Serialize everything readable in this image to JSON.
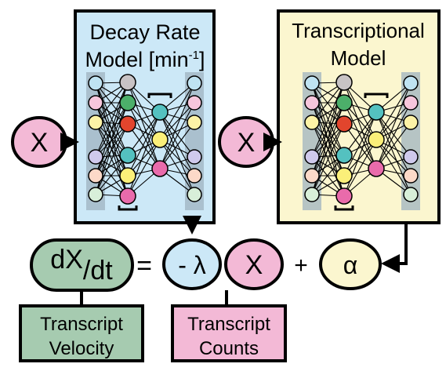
{
  "decay_model": {
    "title_line1": "Decay Rate",
    "title_line2_prefix": "Model [min",
    "title_line2_sup": "-1",
    "title_line2_suffix": "]",
    "fill": "#cce8f7"
  },
  "transcriptional_model": {
    "title_line1": "Transcriptional",
    "title_line2": "Model",
    "fill": "#fbf6cf"
  },
  "inputs": {
    "left_x": "X",
    "middle_x": "X",
    "fill": "#f3b9d6"
  },
  "equation": {
    "lhs_main": "dX",
    "lhs_sub": "/dt",
    "equals": "=",
    "decay_term": "- λ",
    "counts_term": "X",
    "plus": "+",
    "alpha_term": "α",
    "lhs_fill": "#a6cbb0",
    "decay_fill": "#cce8f7",
    "counts_fill": "#f3b9d6",
    "alpha_fill": "#fbf6cf"
  },
  "labels": {
    "velocity_line1": "Transcript",
    "velocity_line2": "Velocity",
    "velocity_fill": "#a6cbb0",
    "counts_line1": "Transcript",
    "counts_line2": "Counts",
    "counts_fill": "#f3b9d6"
  },
  "node_colors": {
    "blue": "#bfe3f2",
    "pink": "#f7c6dc",
    "yellow": "#fdf3a6",
    "purple": "#cfc9ec",
    "peach": "#fcd9c8",
    "mint": "#d8efd9",
    "gray": "#c8c3c5",
    "green": "#4caf6a",
    "red": "#e2452d",
    "teal": "#54c1c0",
    "yellow_bright": "#fbef79",
    "magenta": "#e96bab"
  }
}
